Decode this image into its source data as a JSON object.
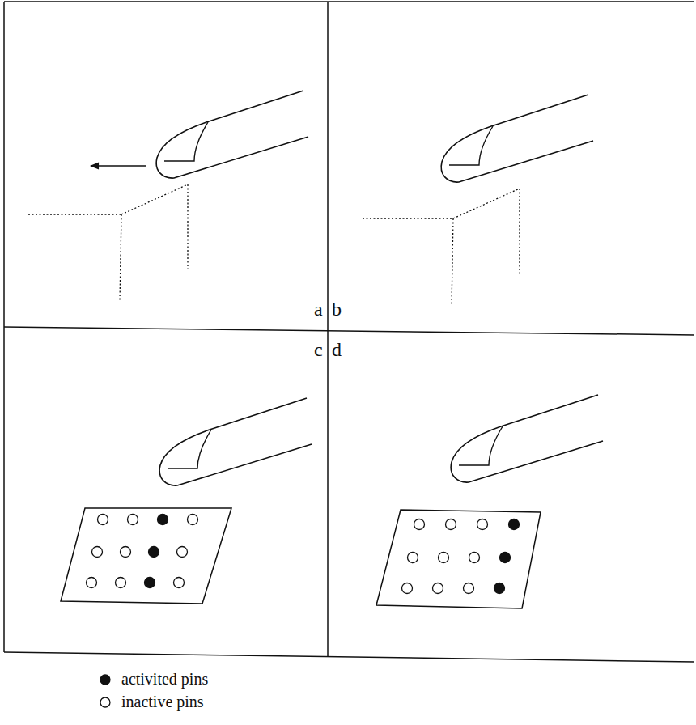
{
  "diagram": {
    "labels": [
      "a",
      "b",
      "c",
      "d"
    ],
    "legend": [
      {
        "text": "activited pins"
      },
      {
        "text": "inactive pins"
      }
    ]
  }
}
